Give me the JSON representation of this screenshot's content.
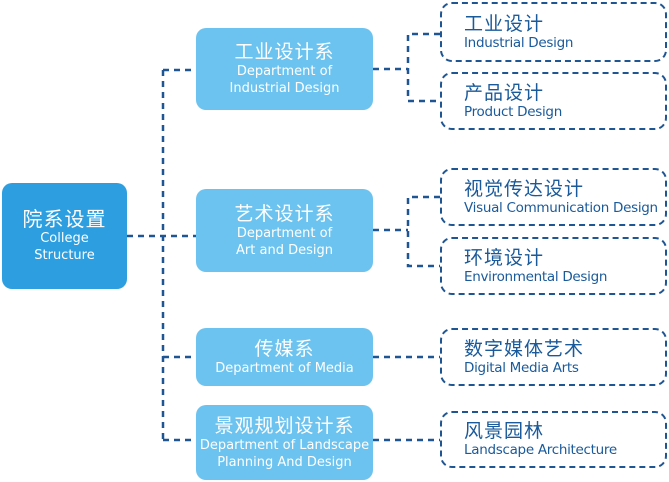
{
  "root": {
    "zh": "院系设置",
    "en1": "College",
    "en2": "Structure"
  },
  "departments": [
    {
      "zh": "工业设计系",
      "en1": "Department of",
      "en2": "Industrial Design"
    },
    {
      "zh": "艺术设计系",
      "en1": "Department of",
      "en2": "Art and Design"
    },
    {
      "zh": "传媒系",
      "en1": "Department of Media"
    },
    {
      "zh": "景观规划设计系",
      "en1": "Department of Landscape",
      "en2": "Planning And Design"
    }
  ],
  "majors": [
    {
      "zh": "工业设计",
      "en": "Industrial Design"
    },
    {
      "zh": "产品设计",
      "en": "Product Design"
    },
    {
      "zh": "视觉传达设计",
      "en": "Visual Communication Design"
    },
    {
      "zh": "环境设计",
      "en": "Environmental Design"
    },
    {
      "zh": "数字媒体艺术",
      "en": "Digital Media Arts"
    },
    {
      "zh": "风景园林",
      "en": "Landscape Architecture"
    }
  ],
  "colors": {
    "root": "#2d9fe0",
    "dept": "#6cc3ef",
    "line": "#1f5592",
    "text": "#1a5a9a"
  }
}
